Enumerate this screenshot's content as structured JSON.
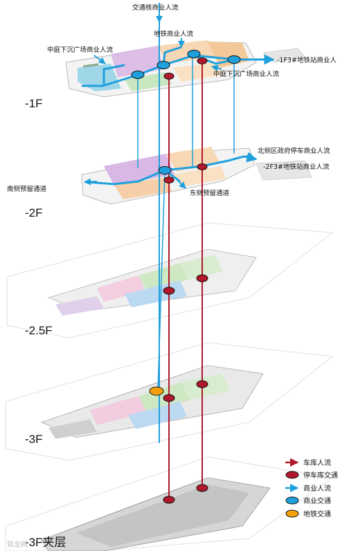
{
  "labels": {
    "top": "交通核商业人流",
    "metro_l1": "地铁商业人流",
    "courtyard_left": "中庭下沉广场商业人流",
    "courtyard_right": "中庭下沉广场商业人流",
    "f3_metro": "-1F3#地铁站商业人",
    "north_gov": "北侧区政府停车商业人流",
    "f3_metro_l2": "-2F3#地铁站商业人流",
    "south_reserve": "南侧预留通道",
    "east_reserve": "东侧预留通道"
  },
  "floors": [
    "-1F",
    "-2F",
    "-2.5F",
    "-3F",
    "-3F夹层"
  ],
  "legend": [
    {
      "type": "arrow",
      "color": "#b0182b",
      "label": "车库人流"
    },
    {
      "type": "ellipse",
      "color": "#b0182b",
      "label": "停车库交通"
    },
    {
      "type": "arrow",
      "color": "#1ea0dc",
      "label": "商业人流"
    },
    {
      "type": "ellipse",
      "color": "#1ea0dc",
      "label": "商业交通"
    },
    {
      "type": "ellipse",
      "color": "#f5a00a",
      "label": "地铁交通"
    }
  ],
  "watermark": "筑龙网",
  "colors": {
    "red": "#b0182b",
    "blue": "#1ea0dc",
    "orange": "#f5a00a"
  }
}
